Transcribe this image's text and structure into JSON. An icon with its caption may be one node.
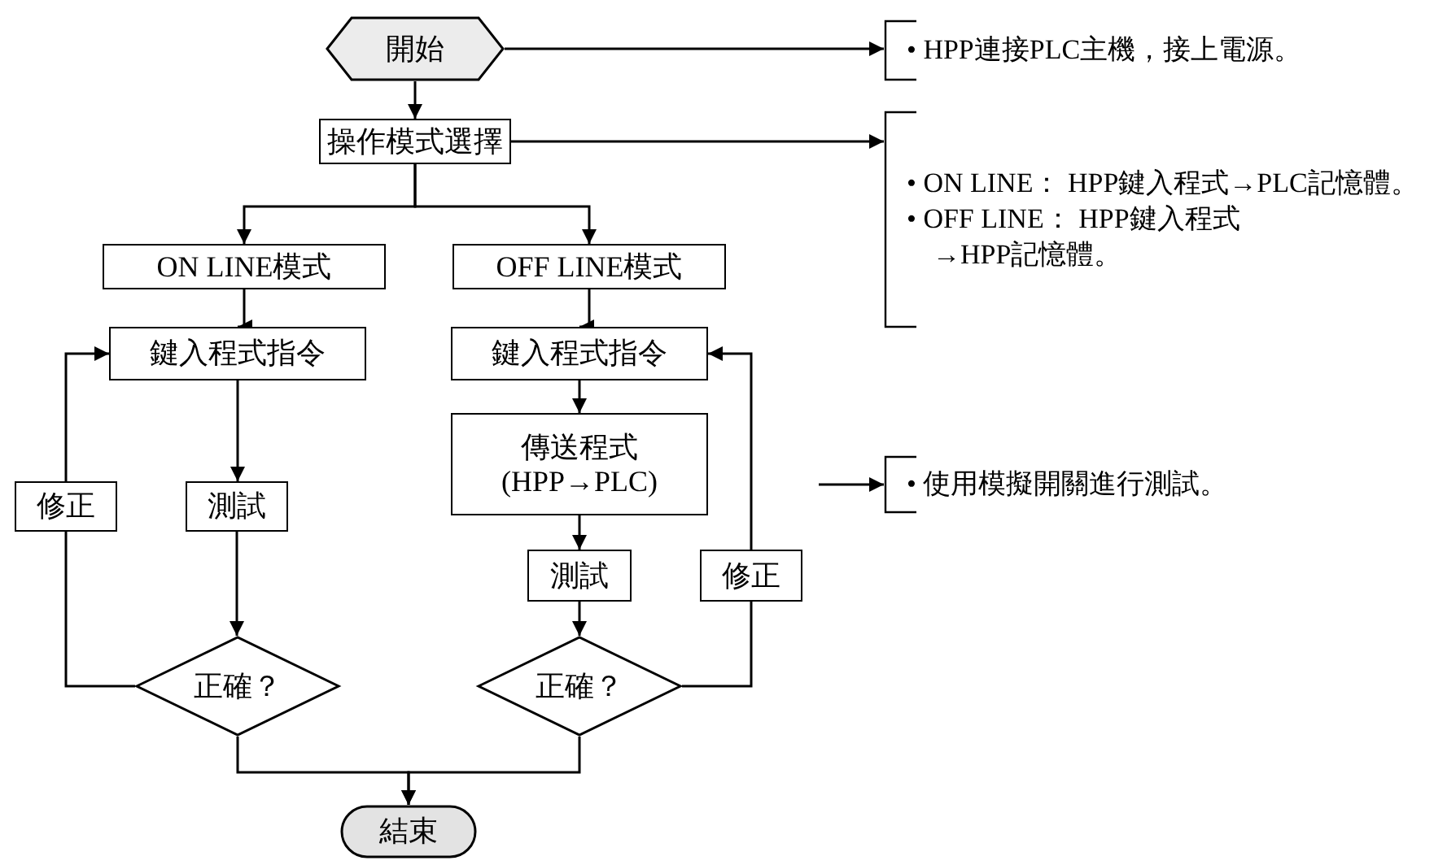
{
  "diagram": {
    "nodes": [
      {
        "text": [
          "開始"
        ]
      },
      {
        "text": [
          "操作模式選擇"
        ]
      },
      {
        "text": [
          "ON LINE模式"
        ]
      },
      {
        "text": [
          "OFF LINE模式"
        ]
      },
      {
        "text": [
          "鍵入程式指令"
        ]
      },
      {
        "text": [
          "鍵入程式指令"
        ]
      },
      {
        "text": [
          "傳送程式 (HPP→PLC)"
        ]
      },
      {
        "text": [
          "修正"
        ]
      },
      {
        "text": [
          "測試"
        ]
      },
      {
        "text": [
          "測試"
        ]
      },
      {
        "text": [
          "修正"
        ]
      },
      {
        "text": [
          "正確？"
        ]
      },
      {
        "text": [
          "正確？"
        ]
      },
      {
        "text": [
          "結束"
        ]
      },
      {
        "text": [
          "• HPP連接PLC主機，接上電源。"
        ]
      },
      {
        "text": [
          "• ON LINE： HPP鍵入程式→PLC記憶體。",
          "• OFF LINE： HPP鍵入程式→HPP記憶體。"
        ]
      },
      {
        "text": [
          "• 使用模擬開關進行測試。"
        ]
      }
    ],
    "edges": [
      {
        "from": 0,
        "to": 1,
        "arrow": "to"
      },
      {
        "from": 1,
        "to": 2,
        "arrow": "to"
      },
      {
        "from": 1,
        "to": 3,
        "arrow": "to"
      },
      {
        "from": 2,
        "to": 4,
        "arrow": "to"
      },
      {
        "from": 3,
        "to": 5,
        "arrow": "to"
      },
      {
        "from": 4,
        "to": 8,
        "arrow": "to"
      },
      {
        "from": 8,
        "to": 11,
        "arrow": "to"
      },
      {
        "from": 11,
        "to": 7,
        "arrow": "none"
      },
      {
        "from": 7,
        "to": 4,
        "arrow": "to"
      },
      {
        "from": 5,
        "to": 6,
        "arrow": "to"
      },
      {
        "from": 6,
        "to": 9,
        "arrow": "to"
      },
      {
        "from": 9,
        "to": 12,
        "arrow": "to"
      },
      {
        "from": 12,
        "to": 10,
        "arrow": "none"
      },
      {
        "from": 10,
        "to": 5,
        "arrow": "to"
      },
      {
        "from": 11,
        "to": 13,
        "arrow": "to"
      },
      {
        "from": 12,
        "to": 13,
        "arrow": "to"
      },
      {
        "from": 0,
        "to": 14,
        "arrow": "to"
      },
      {
        "from": 1,
        "to": 15,
        "arrow": "to"
      },
      {
        "from": null,
        "to": 16,
        "arrow": "to"
      }
    ]
  }
}
